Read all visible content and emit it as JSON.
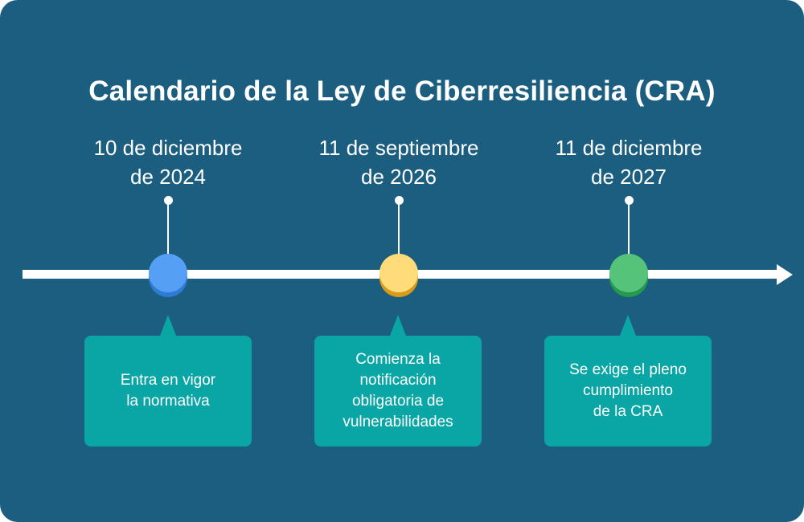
{
  "title": "Calendario de la Ley de Ciberresiliencia (CRA)",
  "colors": {
    "background": "#1b5e80",
    "callout": "#0aa5a5",
    "axis": "#ffffff"
  },
  "milestones": [
    {
      "date_line1": "10 de diciembre",
      "date_line2": "de 2024",
      "text_lines": [
        "Entra en vigor",
        "la normativa"
      ],
      "color": "#55a0f5",
      "shadow_color": "#2f7ad6"
    },
    {
      "date_line1": "11 de septiembre",
      "date_line2": "de 2026",
      "text_lines": [
        "Comienza la",
        "notificación",
        "obligatoria de",
        "vulnerabilidades"
      ],
      "color": "#fedc7a",
      "shadow_color": "#d99b1a"
    },
    {
      "date_line1": "11 de diciembre",
      "date_line2": "de 2027",
      "text_lines": [
        "Se exige el pleno",
        "cumplimiento",
        "de la CRA"
      ],
      "color": "#55c47a",
      "shadow_color": "#24994f"
    }
  ]
}
